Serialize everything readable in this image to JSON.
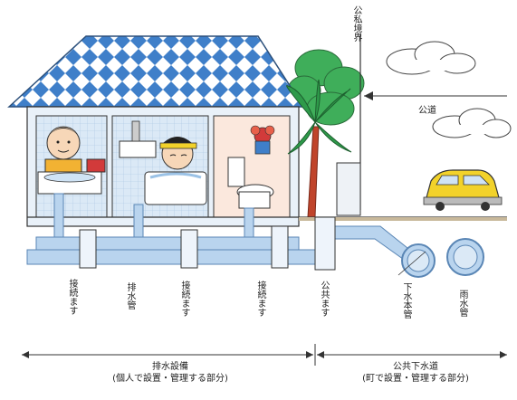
{
  "labels": {
    "boundary": "公私境界",
    "public_road": "公道",
    "connection_box_1": "接続ます",
    "drain_pipe": "排水管",
    "connection_box_2": "接続ます",
    "connection_box_3": "接続ます",
    "public_box": "公共ます",
    "sewer_main": "下水本管",
    "rain_pipe": "雨水管"
  },
  "spans": {
    "private": {
      "title": "排水設備",
      "subtitle": "(個人で設置・管理する部分)"
    },
    "public": {
      "title": "公共下水道",
      "subtitle": "(町で設置・管理する部分)"
    }
  },
  "colors": {
    "roof_blue": "#3f7fc9",
    "wall_blue": "#cfe3f5",
    "pipe_blue": "#b9d4ee",
    "pipe_outline": "#5a86b5",
    "tree_green": "#2e9a4a",
    "trunk": "#c0442b",
    "car_yellow": "#f2d22a",
    "ground": "#c8b89a"
  }
}
